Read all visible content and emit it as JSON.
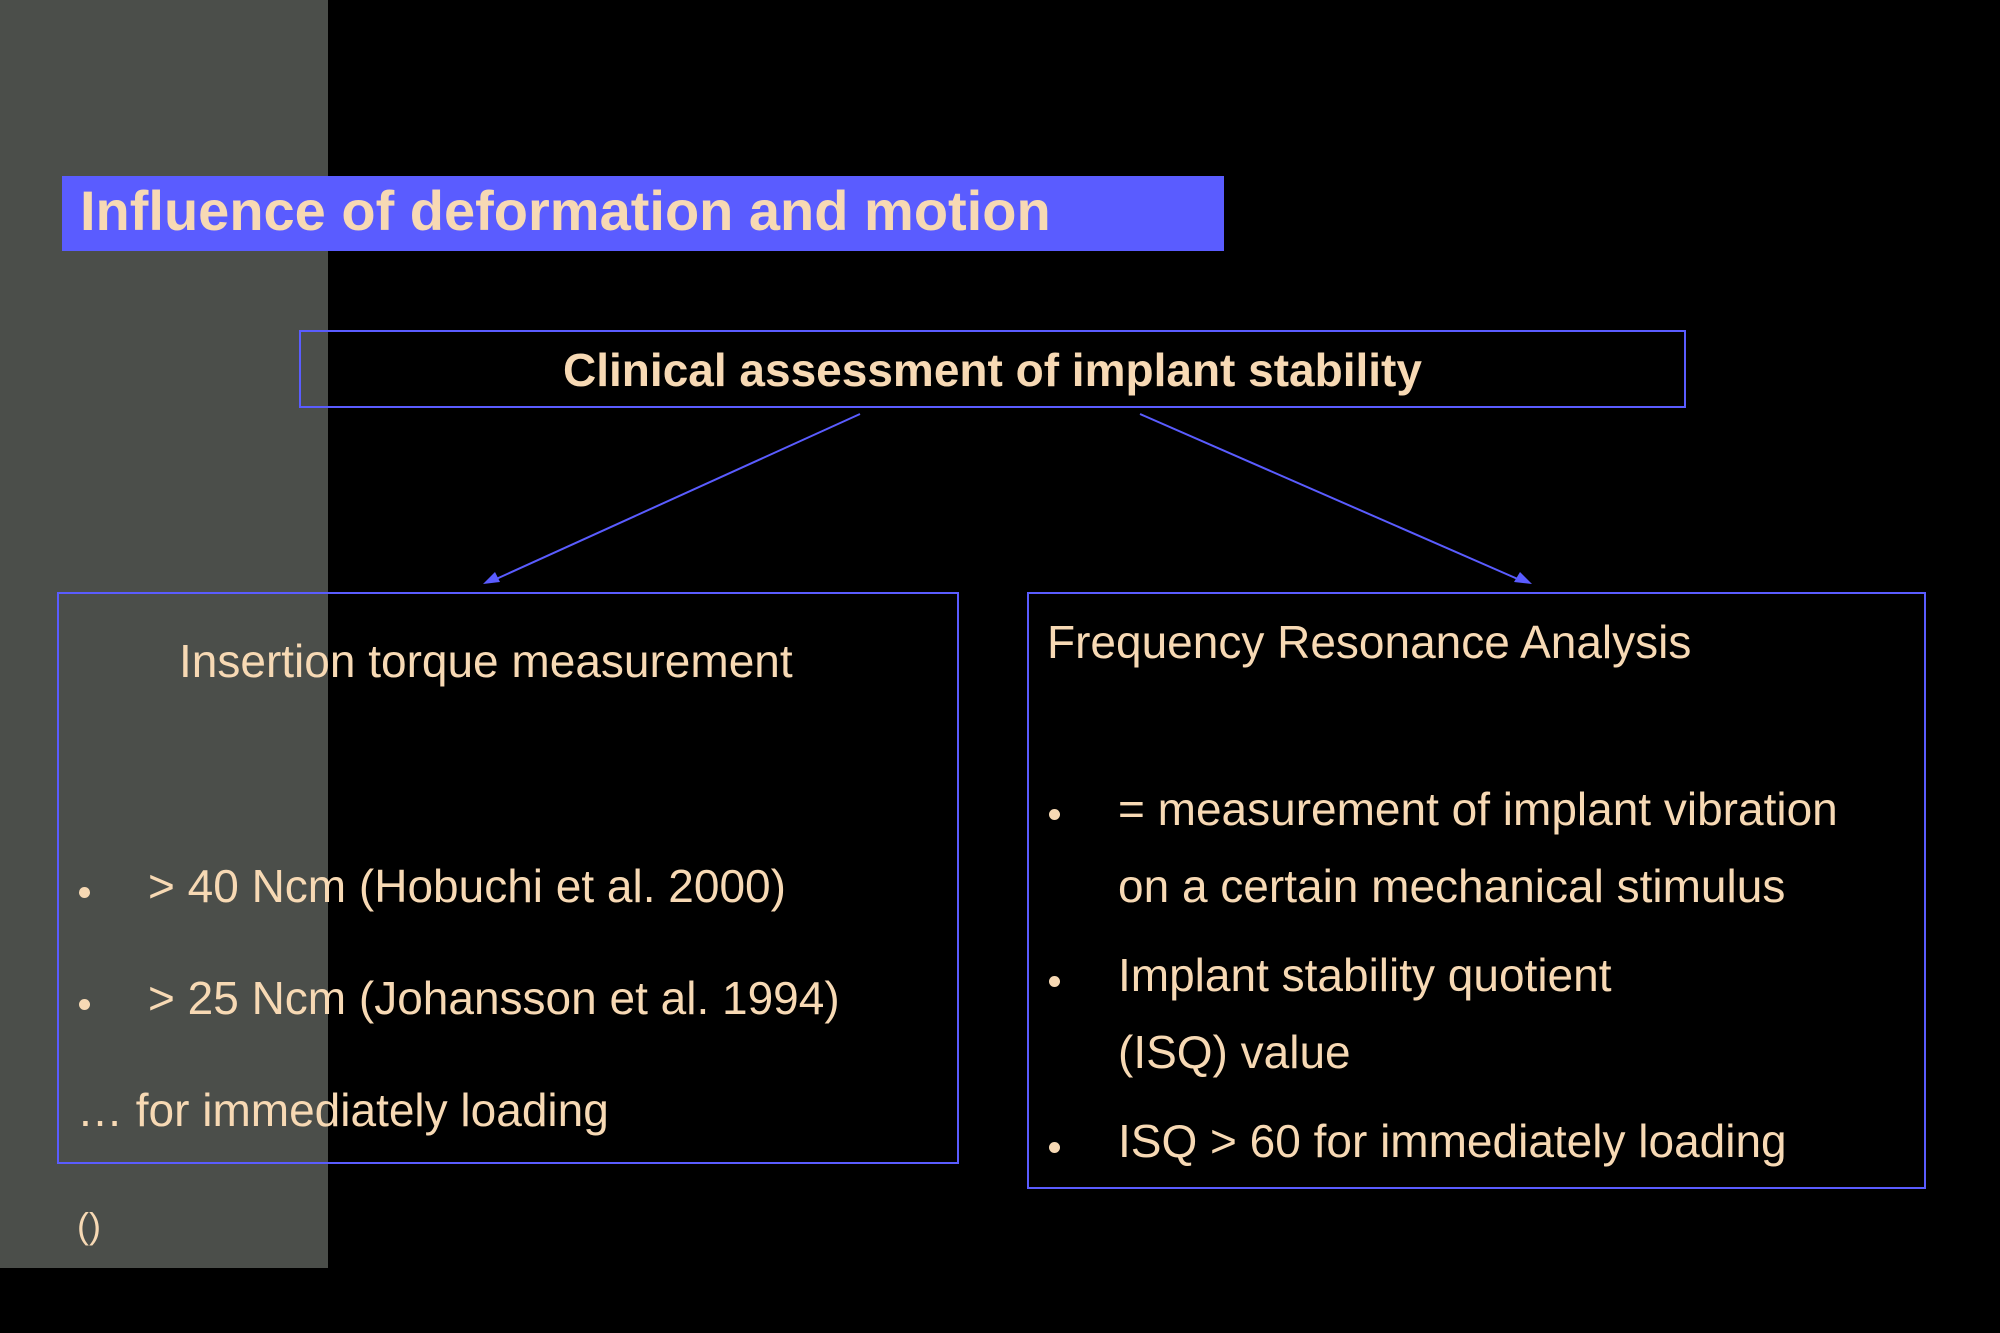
{
  "colors": {
    "background": "#000000",
    "side_panel": "#4b4e4a",
    "accent": "#5a5cff",
    "text": "#f7d9b4"
  },
  "title": "Influence of deformation and motion",
  "top_box": {
    "label": "Clinical assessment of implant stability"
  },
  "left_box": {
    "heading": "Insertion torque measurement",
    "bullets": [
      "> 40 Ncm (Hobuchi et al. 2000)",
      "> 25 Ncm (Johansson et al. 1994)"
    ],
    "note": "… for immediately loading"
  },
  "right_box": {
    "heading": "Frequency Resonance Analysis",
    "bullets": [
      {
        "line1": "= measurement of implant vibration",
        "line2": "on a certain mechanical stimulus"
      },
      {
        "line1": "Implant stability quotient",
        "line2": "(ISQ) value"
      },
      {
        "line1": "ISQ > 60 for immediately loading"
      }
    ]
  },
  "footer": "()"
}
